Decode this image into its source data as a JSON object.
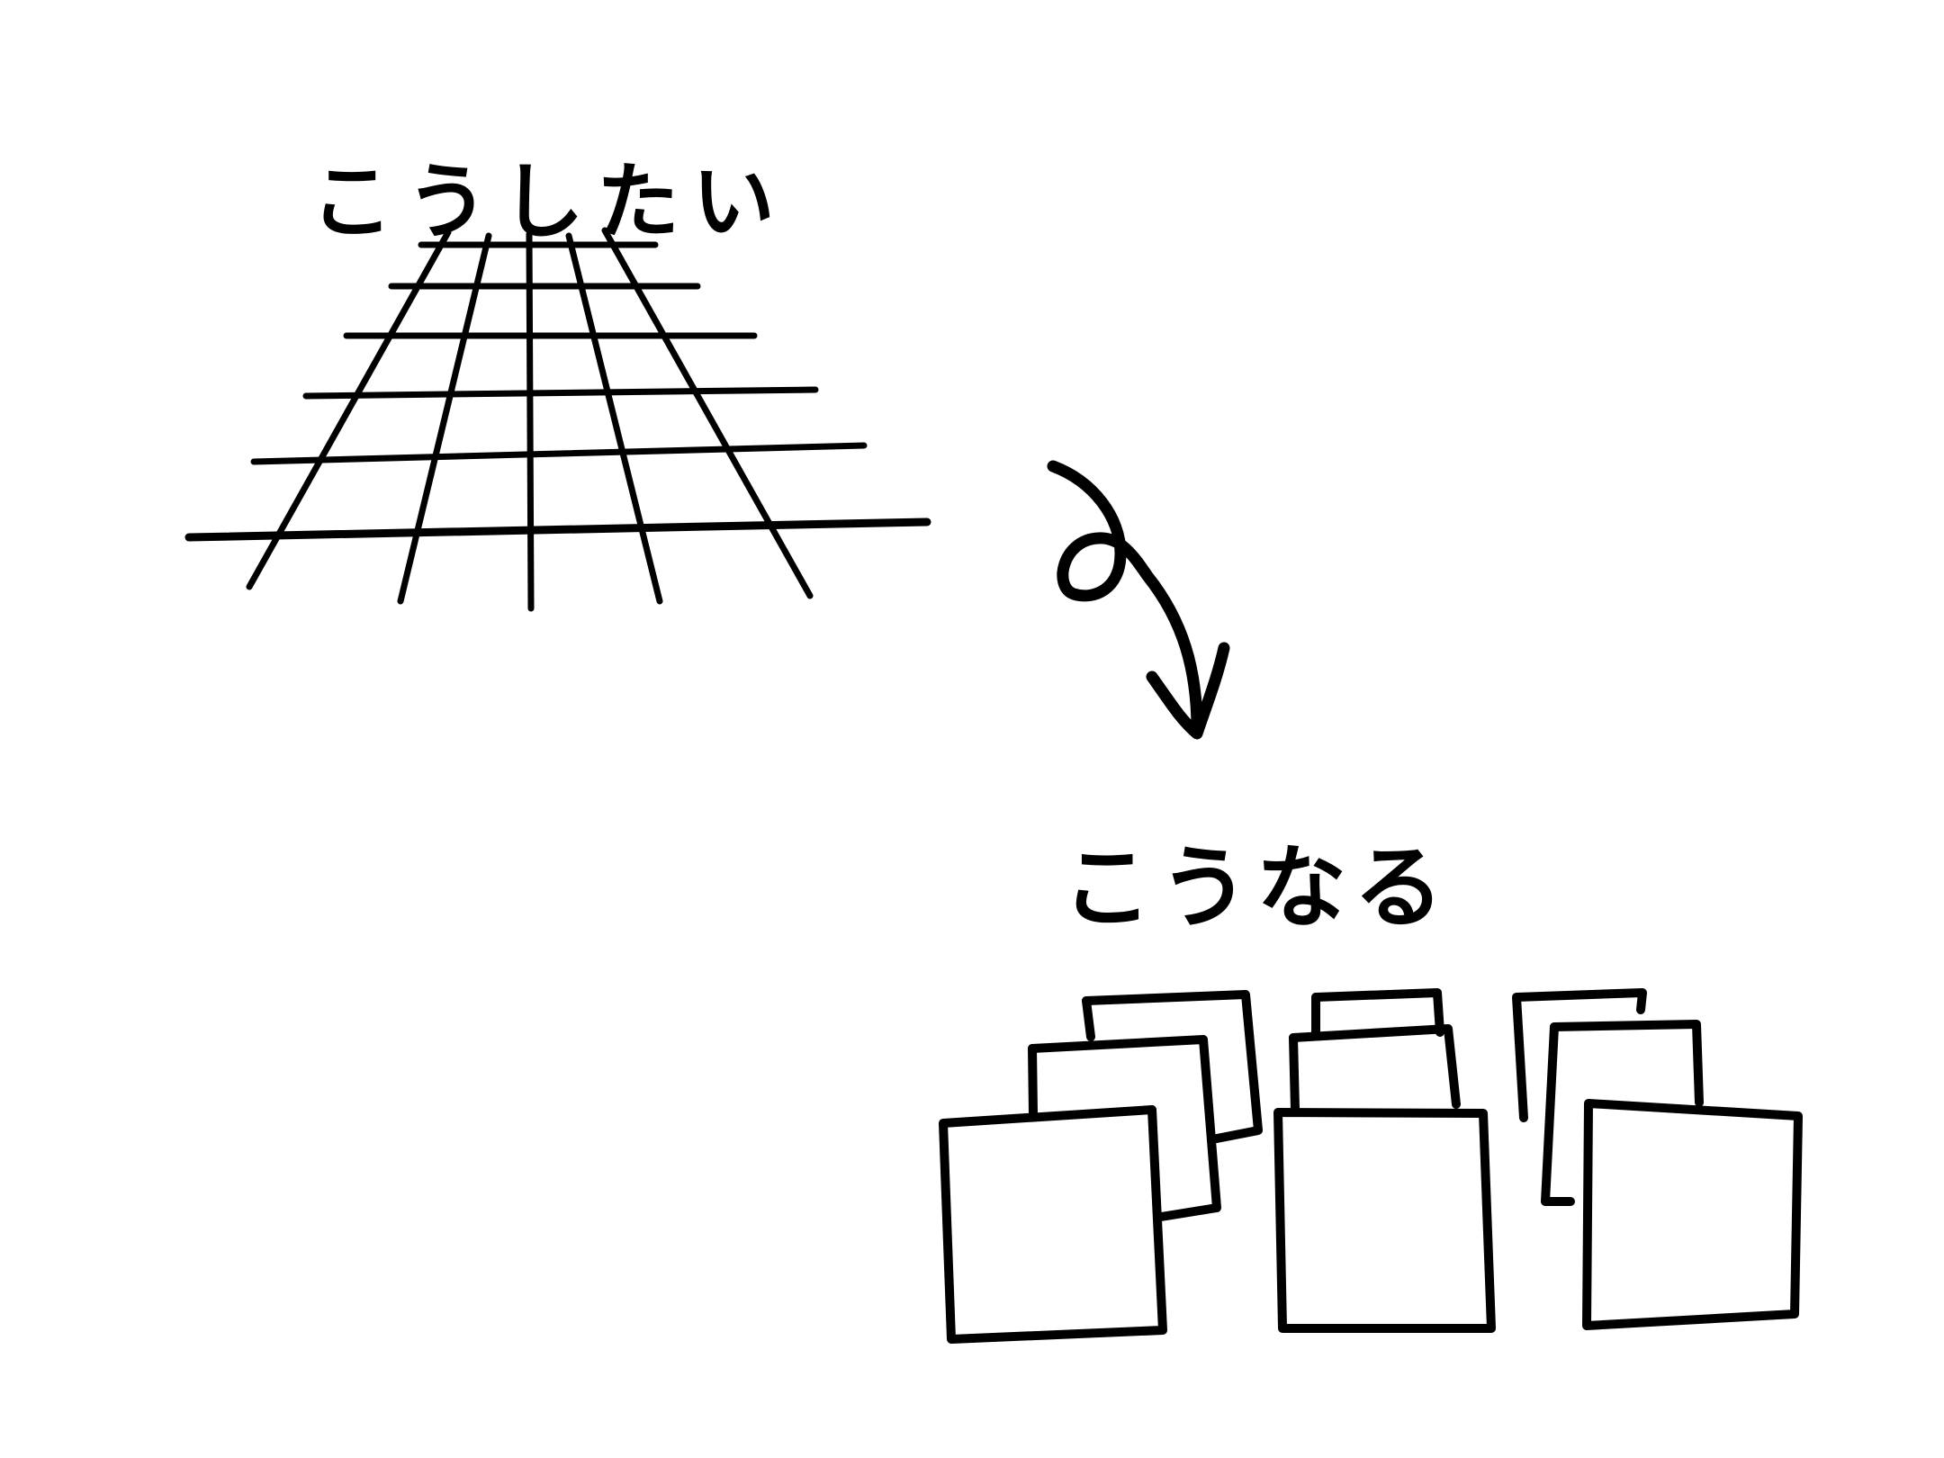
{
  "labels": {
    "want": "こうしたい",
    "result": "こうなる"
  },
  "colors": {
    "ink": "#000000",
    "background": "#ffffff"
  },
  "figures": {
    "desired": "perspective-grid",
    "actual": "overlapping-card-stacks"
  }
}
